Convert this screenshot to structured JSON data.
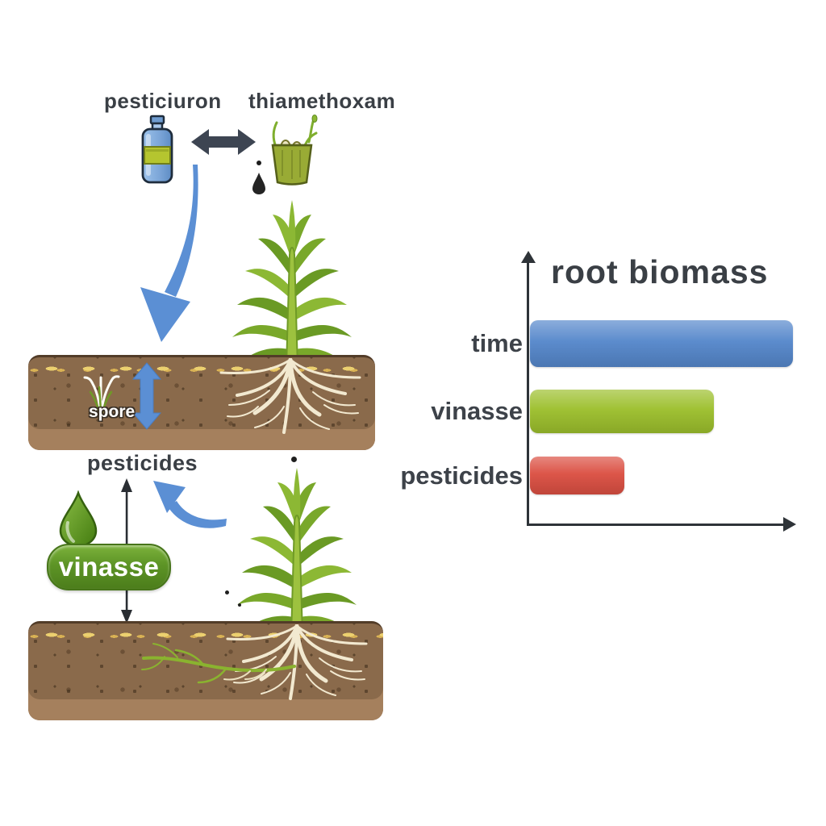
{
  "diagram": {
    "labels": {
      "pesticiuron": "pesticiuron",
      "thiamethoxam": "thiamethoxam",
      "spore": "spore",
      "pesticides": "pesticides",
      "vinasse": "vinasse"
    },
    "icons": [
      "pesticide-bottle-icon",
      "thiamethoxam-seedling-pot-icon",
      "exchange-arrow-icon",
      "drip-icon",
      "flow-down-arrow-icon",
      "soil-exchange-arrow-icon",
      "sugarcane-plant-icon",
      "spore-sprout-icon",
      "vinasse-droplet-icon",
      "leach-double-arrow-icon",
      "uptake-curved-arrow-icon"
    ],
    "colors": {
      "text": "#3d4249",
      "arrow_blue": "#5b8fd4",
      "arrow_dark": "#3d4552",
      "soil_body": "#8a6a4b",
      "soil_bottom": "#a5805d",
      "soil_seed": "#e9cf6e",
      "plant_green": "#7fae2e",
      "root_cream": "#f2e9d0",
      "vinasse_green": "#5d9426",
      "droplet_green": "#5f9a1e"
    }
  },
  "chart_data": {
    "type": "bar",
    "orientation": "horizontal",
    "title": "root biomass",
    "ylabel": "root biomass",
    "xlabel": "",
    "categories": [
      "time",
      "vinasse",
      "pesticides"
    ],
    "values": [
      100,
      70,
      36
    ],
    "xlim": [
      0,
      100
    ],
    "bar_colors": [
      "#5587cb",
      "#9cbf2c",
      "#db4f42"
    ],
    "axis_color": "#2e3338",
    "grid": false,
    "legend": null,
    "value_unit": "relative"
  }
}
